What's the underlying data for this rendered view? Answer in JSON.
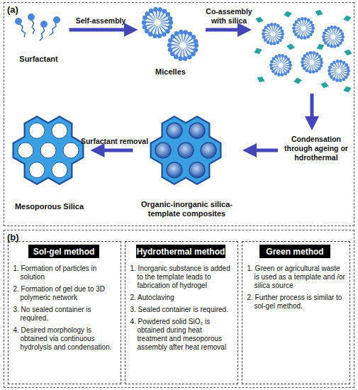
{
  "diagram": {
    "nodes": [
      {
        "text": [
          "(a)"
        ]
      },
      {
        "text": [
          "Surfactant"
        ],
        "in": 0
      },
      {
        "text": [
          "Micelles"
        ],
        "in": 0
      },
      {
        "text": [
          "Organic-inorganic silica-template composites"
        ],
        "in": 0
      },
      {
        "text": [
          "Mesoporous Silica"
        ],
        "in": 0
      },
      {
        "text": [
          "(b)"
        ]
      },
      {
        "text": [
          "1. Formation of particles in solution",
          "2. Formation of gel due to 3D polymeric network",
          "3. No sealed container is required.",
          "4. Desired morphology is obtained via continuous hydrolysis and condensation."
        ],
        "in": 5
      },
      {
        "text": [
          "Sol-gel method"
        ],
        "in": 6
      },
      {
        "text": [
          "1. Inorganic substance is added to the template leads to fabrication of hydrogel",
          "2. Autoclaving",
          "3. Sealed container is required.",
          "4. Powdered solid SiO₂ is obtained during heat treatment and mesoporous assembly after heat removal"
        ],
        "in": 5
      },
      {
        "text": [
          "Hydrothermal method"
        ],
        "in": 8
      },
      {
        "text": [
          "1. Green or agricultural waste is used as a template and /or silica source",
          "2. Further process is similar to sol-gel method."
        ],
        "in": 5
      },
      {
        "text": [
          "Green method"
        ],
        "in": 10
      }
    ],
    "edges": [
      {
        "from": 1,
        "to": 2,
        "arrow": "to",
        "label": "Self-assembly"
      },
      {
        "from": 3,
        "to": 4,
        "arrow": "to",
        "label": "Surfactant removal"
      }
    ],
    "labels": [
      "Co-assembly with silica",
      "Condensation through ageing or hdrothermal"
    ]
  }
}
